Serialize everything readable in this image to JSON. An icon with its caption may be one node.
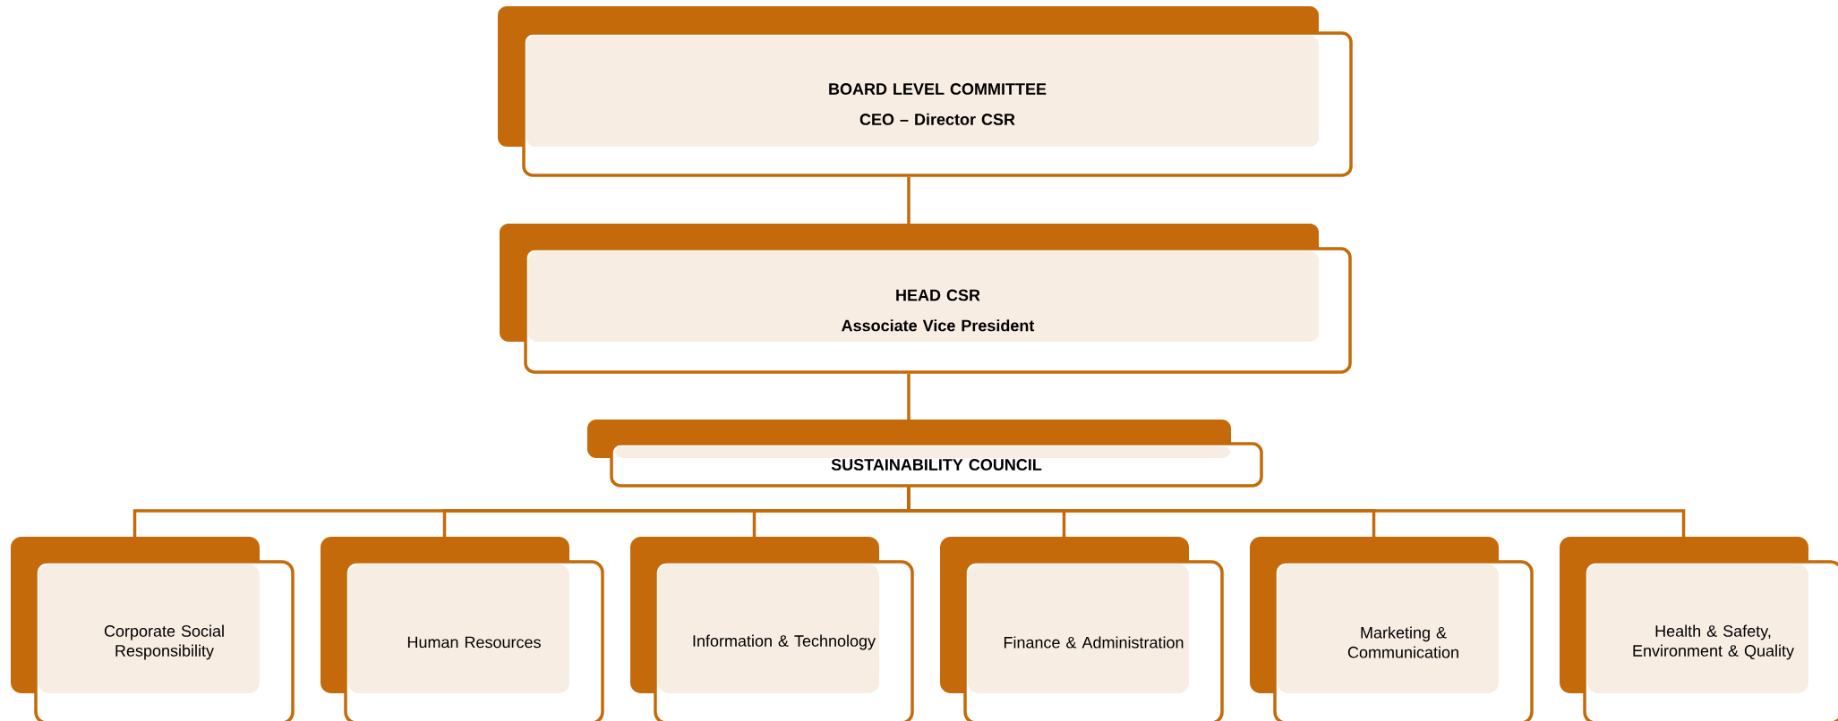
{
  "diagram": {
    "nodes": [
      {
        "text": [
          "BOARD LEVEL COMMITTEE",
          "CEO – Director CSR"
        ]
      },
      {
        "text": [
          "HEAD CSR",
          "Associate Vice President"
        ]
      },
      {
        "text": [
          "SUSTAINABILITY COUNCIL"
        ]
      },
      {
        "text": [
          "Corporate Social Responsibility"
        ]
      },
      {
        "text": [
          "Human Resources"
        ]
      },
      {
        "text": [
          "Information & Technology"
        ]
      },
      {
        "text": [
          "Finance & Administration"
        ]
      },
      {
        "text": [
          "Marketing & Communication"
        ]
      },
      {
        "text": [
          "Health & Safety, Environment & Quality"
        ]
      }
    ],
    "edges": [
      {
        "from": 0,
        "to": 1,
        "arrow": "none"
      },
      {
        "from": 1,
        "to": 2,
        "arrow": "none"
      },
      {
        "from": 2,
        "to": 3,
        "arrow": "none"
      },
      {
        "from": 2,
        "to": 4,
        "arrow": "none"
      },
      {
        "from": 2,
        "to": 5,
        "arrow": "none"
      },
      {
        "from": 2,
        "to": 6,
        "arrow": "none"
      },
      {
        "from": 2,
        "to": 7,
        "arrow": "none"
      },
      {
        "from": 2,
        "to": 8,
        "arrow": "none"
      }
    ]
  }
}
